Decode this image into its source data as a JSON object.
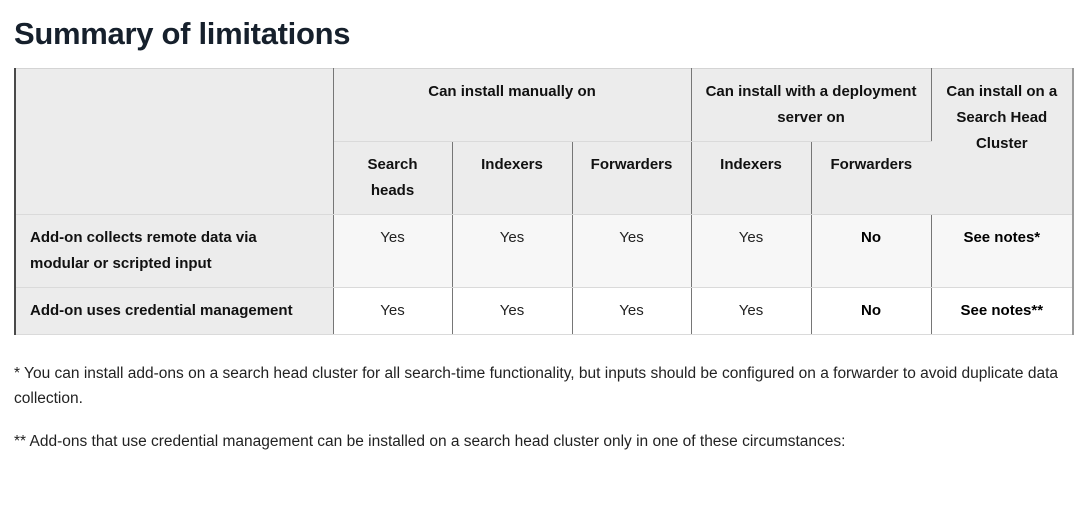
{
  "page": {
    "title": "Summary of limitations"
  },
  "table": {
    "header_groups": [
      {
        "label": "",
        "span": 1
      },
      {
        "label": "Can install manually on",
        "span": 3
      },
      {
        "label": "Can install with a deployment server on",
        "span": 2
      },
      {
        "label": "Can install on a\nSearch Head Cluster",
        "span": 1
      }
    ],
    "group_manual": "Can install manually on",
    "group_deployment": "Can install with a deployment server on",
    "group_shc": "Can install on a Search Head Cluster",
    "subheaders": [
      "Search heads",
      "Indexers",
      "Forwarders",
      "Indexers",
      "Forwarders"
    ],
    "rows": [
      {
        "label": "Add-on collects remote data via modular or scripted input",
        "cells": [
          {
            "text": "Yes",
            "emphasis": false
          },
          {
            "text": "Yes",
            "emphasis": false
          },
          {
            "text": "Yes",
            "emphasis": false
          },
          {
            "text": "Yes",
            "emphasis": false
          },
          {
            "text": "No",
            "emphasis": true
          },
          {
            "text": "See notes*",
            "emphasis": true
          }
        ]
      },
      {
        "label": "Add-on uses credential management",
        "cells": [
          {
            "text": "Yes",
            "emphasis": false
          },
          {
            "text": "Yes",
            "emphasis": false
          },
          {
            "text": "Yes",
            "emphasis": false
          },
          {
            "text": "Yes",
            "emphasis": false
          },
          {
            "text": "No",
            "emphasis": true
          },
          {
            "text": "See notes**",
            "emphasis": true
          }
        ]
      }
    ]
  },
  "footnotes": [
    "* You can install add-ons on a search head cluster for all search-time functionality, but inputs should be configured on a forwarder to avoid duplicate data collection.",
    "** Add-ons that use credential management can be installed on a search head cluster only in one of these circumstances:"
  ],
  "colors": {
    "title": "#16202c",
    "header_bg": "#ececec",
    "row_alt_bg": "#f7f7f7",
    "row_plain_bg": "#ffffff",
    "border_vertical": "#767676",
    "border_horizontal": "#dadada",
    "text": "#222222"
  }
}
